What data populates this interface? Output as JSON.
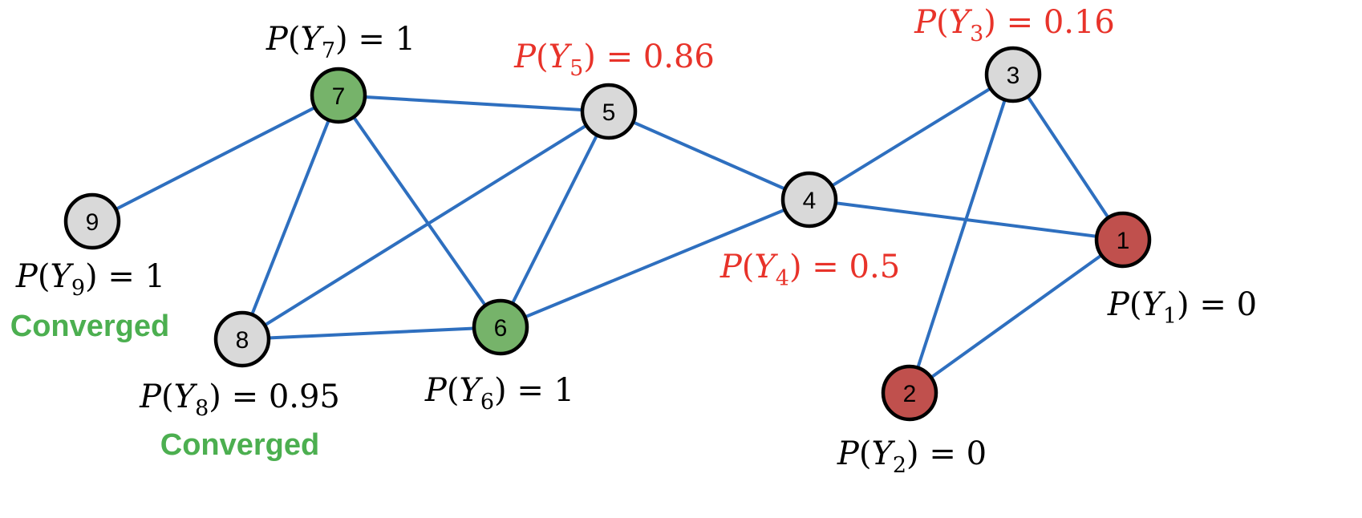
{
  "colors": {
    "edge": "#2e6fbf",
    "highlight_text": "#e8332a",
    "normal_text": "#000000",
    "converged_text": "#4caf50",
    "node_fill": {
      "gray": "#d9d9d9",
      "green": "#76b36a",
      "red": "#c0504d"
    }
  },
  "nodes": [
    {
      "id": "1",
      "label": "1",
      "fill": "red",
      "prob": {
        "var": "Y",
        "sub": "1",
        "value": "0"
      }
    },
    {
      "id": "2",
      "label": "2",
      "fill": "red",
      "prob": {
        "var": "Y",
        "sub": "2",
        "value": "0"
      }
    },
    {
      "id": "3",
      "label": "3",
      "fill": "gray",
      "prob": {
        "var": "Y",
        "sub": "3",
        "value": "0.16"
      }
    },
    {
      "id": "4",
      "label": "4",
      "fill": "gray",
      "prob": {
        "var": "Y",
        "sub": "4",
        "value": "0.5"
      }
    },
    {
      "id": "5",
      "label": "5",
      "fill": "gray",
      "prob": {
        "var": "Y",
        "sub": "5",
        "value": "0.86"
      }
    },
    {
      "id": "6",
      "label": "6",
      "fill": "green",
      "prob": {
        "var": "Y",
        "sub": "6",
        "value": "1"
      }
    },
    {
      "id": "7",
      "label": "7",
      "fill": "green",
      "prob": {
        "var": "Y",
        "sub": "7",
        "value": "1"
      }
    },
    {
      "id": "8",
      "label": "8",
      "fill": "gray",
      "prob": {
        "var": "Y",
        "sub": "8",
        "value": "0.95"
      },
      "status": "Converged"
    },
    {
      "id": "9",
      "label": "9",
      "fill": "gray",
      "prob": {
        "var": "Y",
        "sub": "9",
        "value": "1"
      },
      "status": "Converged"
    }
  ],
  "edges": [
    [
      "7",
      "5"
    ],
    [
      "7",
      "9"
    ],
    [
      "7",
      "8"
    ],
    [
      "7",
      "6"
    ],
    [
      "5",
      "8"
    ],
    [
      "5",
      "6"
    ],
    [
      "5",
      "4"
    ],
    [
      "8",
      "6"
    ],
    [
      "6",
      "4"
    ],
    [
      "4",
      "3"
    ],
    [
      "4",
      "1"
    ],
    [
      "3",
      "1"
    ],
    [
      "3",
      "2"
    ],
    [
      "1",
      "2"
    ]
  ]
}
